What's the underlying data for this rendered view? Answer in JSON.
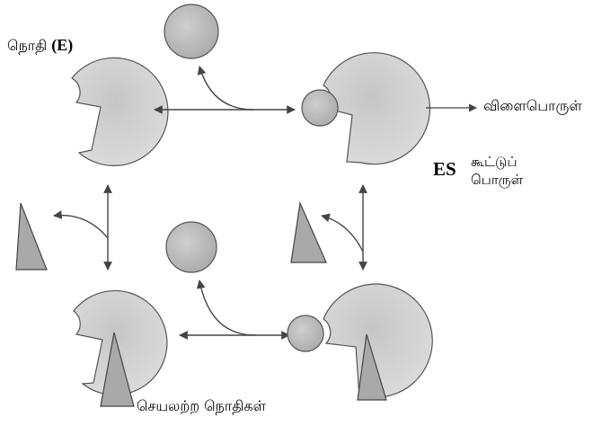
{
  "labels": {
    "enzyme": "நொதி",
    "enzyme_symbol": "(E)",
    "product": "விளைபொருள்",
    "complex_symbol": "ES",
    "complex_line1": "கூட்டுப்",
    "complex_line2": "பொருள்",
    "inactive_enzymes": "செயலற்ற நொதிகள்"
  },
  "colors": {
    "shape_fill": "#d2d2d2",
    "substrate_fill": "#b9b9b9",
    "inhibitor_fill": "#a9a9a9",
    "outline": "#555555",
    "arrow": "#444444",
    "text": "#000000"
  },
  "icons": {
    "enzyme": "pacman-shape",
    "substrate": "circle",
    "inhibitor": "triangle"
  }
}
